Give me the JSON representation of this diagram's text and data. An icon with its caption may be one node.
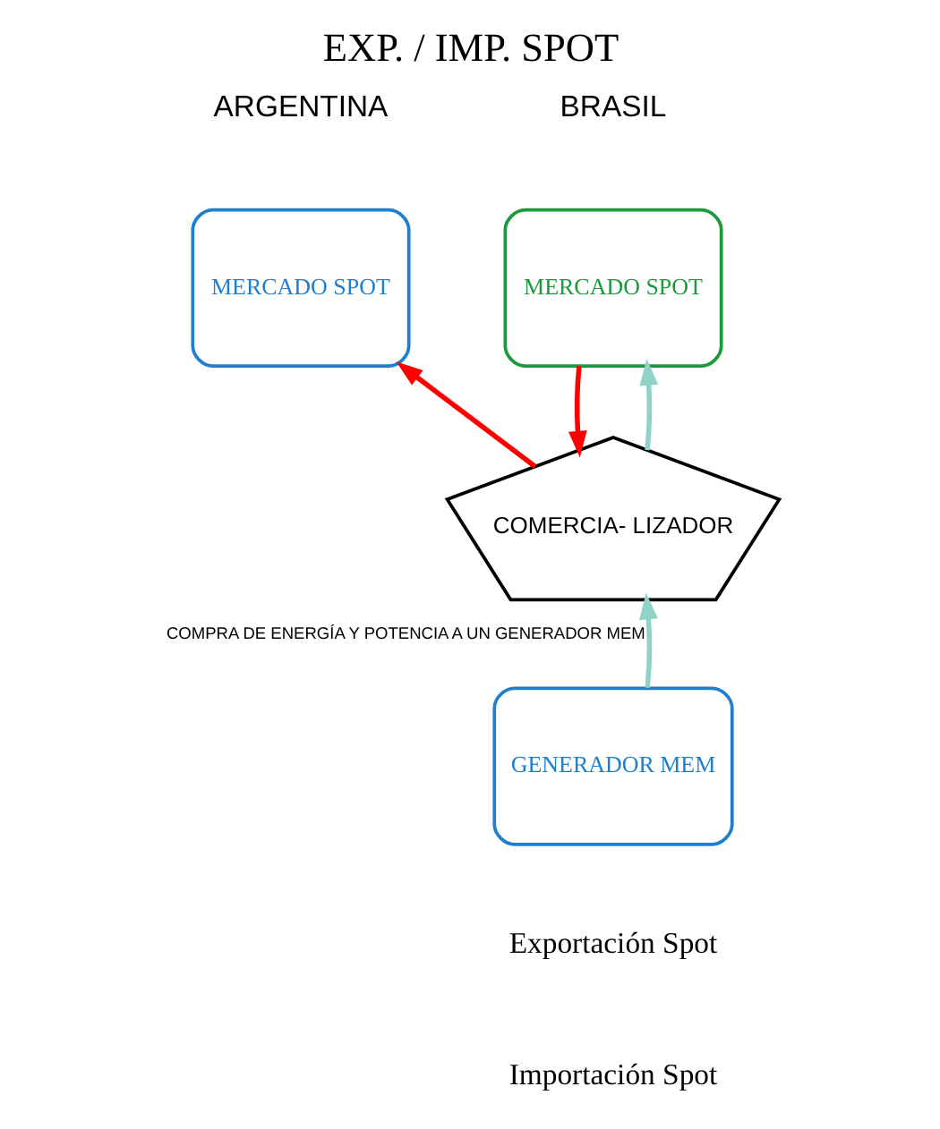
{
  "diagram": {
    "title": "EXP. / IMP. SPOT",
    "nodes": [
      {
        "text": [
          "MERCADO SPOT"
        ]
      },
      {
        "text": [
          "MERCADO SPOT"
        ]
      },
      {
        "text": [
          "COMERCIA- LIZADOR"
        ]
      },
      {
        "text": [
          "GENERADOR MEM"
        ]
      }
    ],
    "edges": [
      {
        "from": 2,
        "to": 0,
        "arrow": "to",
        "color": "#ff0000"
      },
      {
        "from": 1,
        "to": 2,
        "arrow": "to",
        "color": "#ff0000"
      },
      {
        "from": 2,
        "to": 1,
        "arrow": "to",
        "color": "#8fd3c8"
      },
      {
        "from": 3,
        "to": 2,
        "arrow": "to",
        "color": "#8fd3c8",
        "label": "COMPRA DE ENERGÍA Y POTENCIA A UN GENERADOR MEM"
      }
    ],
    "labels": [
      "ARGENTINA",
      "BRASIL"
    ],
    "legend": [
      {
        "text": "Exportación Spot"
      },
      {
        "text": "Importación Spot"
      }
    ]
  }
}
